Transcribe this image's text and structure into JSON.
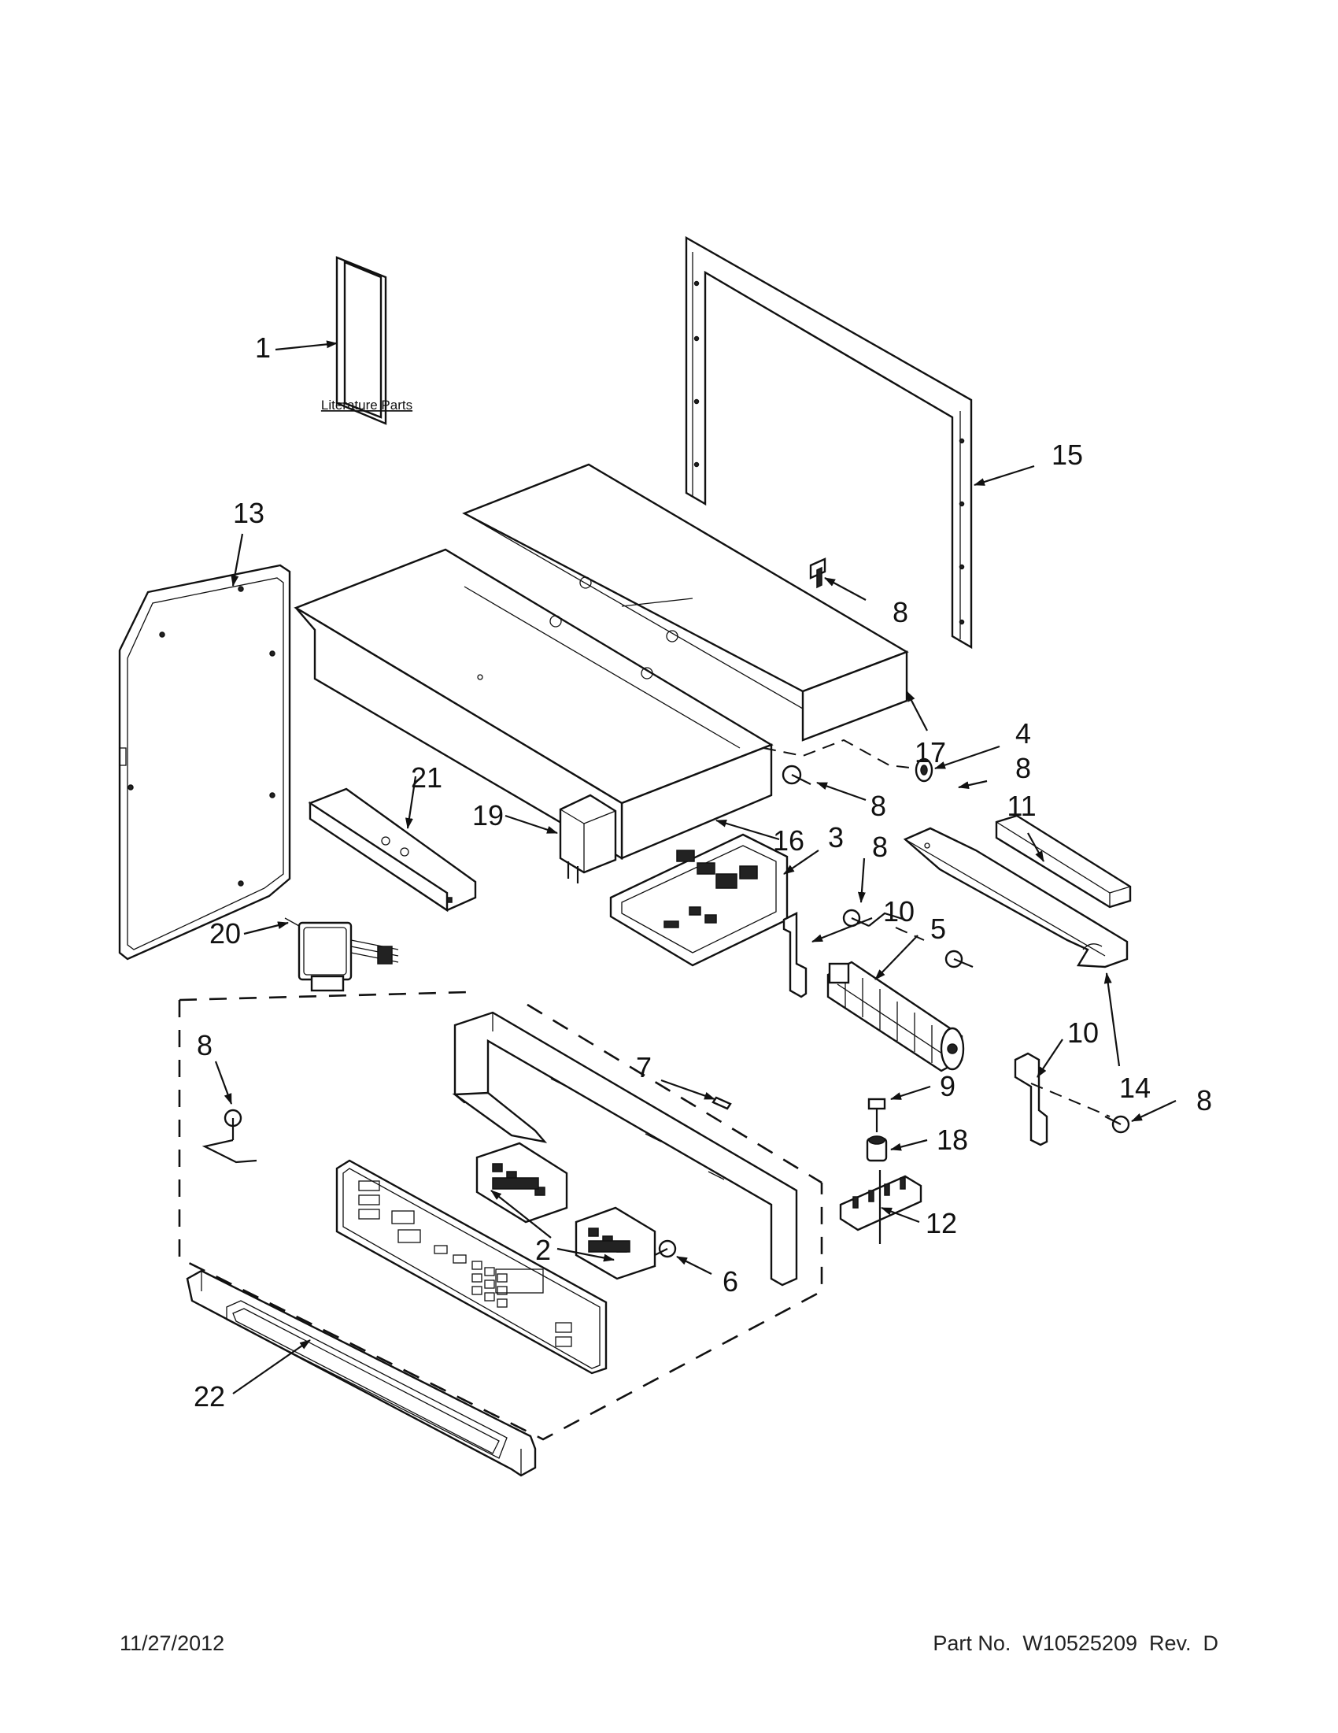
{
  "literature_label": "Literature Parts",
  "callouts": {
    "c1": "1",
    "c2a": "2",
    "c3": "3",
    "c4": "4",
    "c5": "5",
    "c6": "6",
    "c7": "7",
    "c8a": "8",
    "c8b": "8",
    "c8c": "8",
    "c8d": "8",
    "c8e": "8",
    "c8f": "8",
    "c9": "9",
    "c10a": "10",
    "c10b": "10",
    "c11": "11",
    "c12": "12",
    "c13": "13",
    "c14": "14",
    "c15": "15",
    "c16": "16",
    "c17": "17",
    "c18": "18",
    "c19": "19",
    "c20": "20",
    "c21": "21",
    "c22": "22"
  },
  "footer": {
    "date": "11/27/2012",
    "part_no": "Part No.  W10525209  Rev.  D"
  }
}
